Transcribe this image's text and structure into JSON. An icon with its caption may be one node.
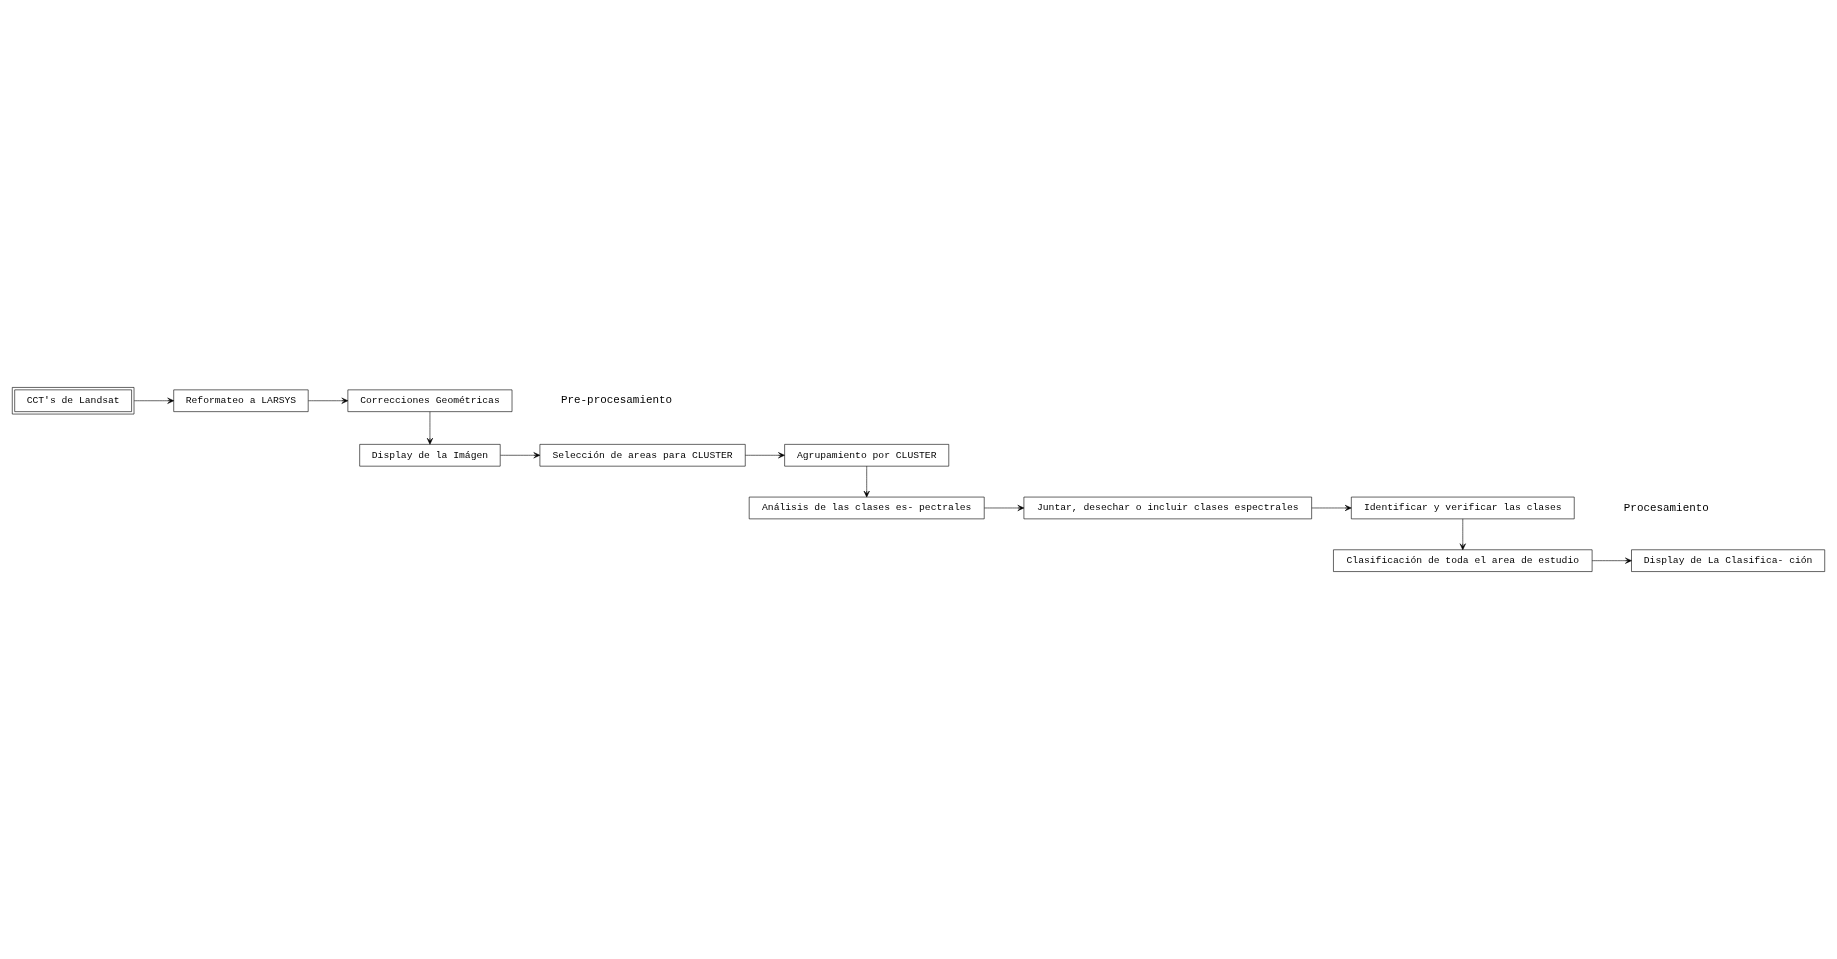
{
  "diagram": {
    "nodes": [
      {
        "text": [
          "CCT's de Landsat"
        ]
      },
      {
        "text": [
          "Reformateo a LARSYS"
        ]
      },
      {
        "text": [
          "Correcciones Geométricas"
        ]
      },
      {
        "text": [
          "Display de la Imágen"
        ]
      },
      {
        "text": [
          "Selección de areas para CLUSTER"
        ]
      },
      {
        "text": [
          "Agrupamiento por CLUSTER"
        ]
      },
      {
        "text": [
          "Análisis de las clases es- pectrales"
        ]
      },
      {
        "text": [
          "Juntar, desechar o incluir clases espectrales"
        ]
      },
      {
        "text": [
          "Identificar y verificar las clases"
        ]
      },
      {
        "text": [
          "Clasificación de toda el area de estudio"
        ]
      },
      {
        "text": [
          "Display de La Clasifica- ción"
        ]
      }
    ],
    "edges": [
      {
        "from": 0,
        "to": 1,
        "arrow": "to"
      },
      {
        "from": 1,
        "to": 2,
        "arrow": "to"
      },
      {
        "from": 2,
        "to": 3,
        "arrow": "to"
      },
      {
        "from": 3,
        "to": 4,
        "arrow": "to"
      },
      {
        "from": 4,
        "to": 5,
        "arrow": "to"
      },
      {
        "from": 5,
        "to": 6,
        "arrow": "to"
      },
      {
        "from": 6,
        "to": 7,
        "arrow": "to"
      },
      {
        "from": 7,
        "to": 8,
        "arrow": "to"
      },
      {
        "from": 8,
        "to": 9,
        "arrow": "to"
      },
      {
        "from": 9,
        "to": 10,
        "arrow": "to"
      }
    ],
    "labels": [
      "Pre-procesamiento",
      "Procesamiento"
    ]
  }
}
